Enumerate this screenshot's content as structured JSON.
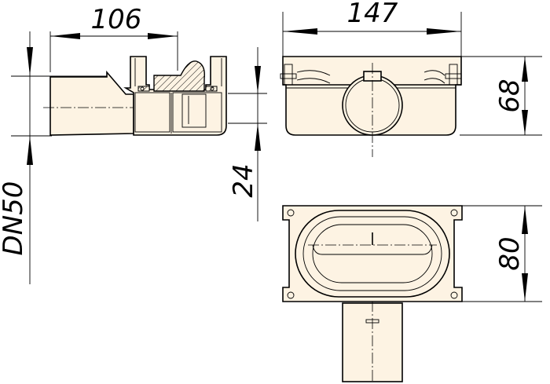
{
  "drawing": {
    "background": "#ffffff",
    "part_fill": "#fdf3e3",
    "line_color": "#000000"
  },
  "dimensions": {
    "side_width": "106",
    "front_width": "147",
    "front_height": "68",
    "outlet_offset": "24",
    "top_height": "80",
    "pipe_size": "DN50"
  }
}
